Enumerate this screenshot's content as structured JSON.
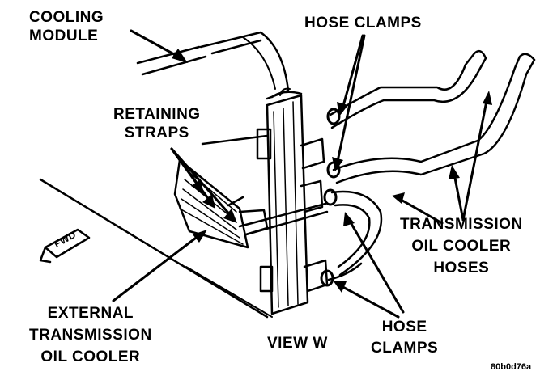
{
  "labels": {
    "cooling_module": [
      "COOLING",
      "MODULE"
    ],
    "hose_clamps_top": "HOSE CLAMPS",
    "retaining_straps": [
      "RETAINING",
      "STRAPS"
    ],
    "transmission_hoses": [
      "TRANSMISSION",
      "OIL COOLER",
      "HOSES"
    ],
    "fwd": "FWD",
    "external_cooler": [
      "EXTERNAL",
      "TRANSMISSION",
      "OIL COOLER"
    ],
    "view": "VIEW W",
    "hose_clamps_bottom": [
      "HOSE",
      "CLAMPS"
    ],
    "figure_code": "80b0d76a"
  },
  "colors": {
    "ink": "#000000",
    "paper": "#ffffff"
  }
}
